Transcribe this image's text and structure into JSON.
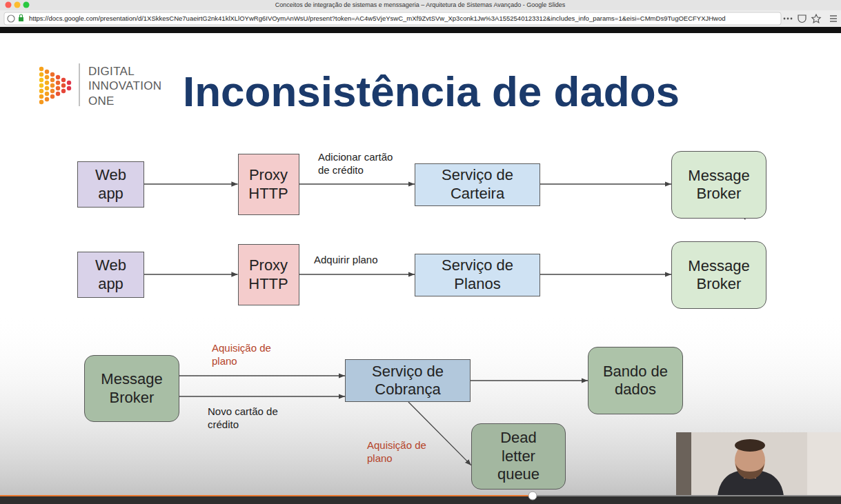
{
  "diagram": {
    "title": "Inconsistência de dados",
    "nodes": [
      {
        "text": [
          "Web app"
        ]
      },
      {
        "text": [
          "Proxy HTTP"
        ]
      },
      {
        "text": [
          "Serviço de Carteira"
        ]
      },
      {
        "text": [
          "Message Broker"
        ]
      },
      {
        "text": [
          "Web app"
        ]
      },
      {
        "text": [
          "Proxy HTTP"
        ]
      },
      {
        "text": [
          "Serviço de Planos"
        ]
      },
      {
        "text": [
          "Message Broker"
        ]
      },
      {
        "text": [
          "Message Broker"
        ]
      },
      {
        "text": [
          "Serviço de Cobrança"
        ]
      },
      {
        "text": [
          "Bando de dados"
        ]
      },
      {
        "text": [
          "Dead letter queue"
        ]
      }
    ],
    "edges": [
      {
        "from": 0,
        "to": 1,
        "arrow": "to"
      },
      {
        "from": 1,
        "to": 2,
        "label": "Adicionar cartão de crédito",
        "arrow": "to"
      },
      {
        "from": 2,
        "to": 3,
        "arrow": "to"
      },
      {
        "from": 4,
        "to": 5,
        "arrow": "to"
      },
      {
        "from": 5,
        "to": 6,
        "label": "Adquirir plano",
        "arrow": "to"
      },
      {
        "from": 6,
        "to": 7,
        "arrow": "to"
      },
      {
        "from": 8,
        "to": 9,
        "label": "Aquisição de plano",
        "arrow": "to"
      },
      {
        "from": 8,
        "to": 9,
        "label": "Novo cartão de crédito",
        "arrow": "to"
      },
      {
        "from": 9,
        "to": 10,
        "arrow": "to"
      },
      {
        "from": 9,
        "to": 11,
        "label": "Aquisição de plano",
        "arrow": "to"
      }
    ],
    "labels": [
      "Conceitos de integração de sistemas e menssageria – Arquitetura de Sistemas Avançado - Google Slides",
      "https://docs.google.com/presentation/d/1XSkkesCNe7uaeirtG2nk41klXLlOYwRg6IVOymAnWsU/present?token=AC4w5VjeYswC_mXf9ZvtSVw_Xp3conk1Jw%3A1552540123312&includes_info_params=1&eisi=CMmDs9TugOECFYXJHwod",
      "DIGITAL INNOVATION ONE"
    ]
  }
}
